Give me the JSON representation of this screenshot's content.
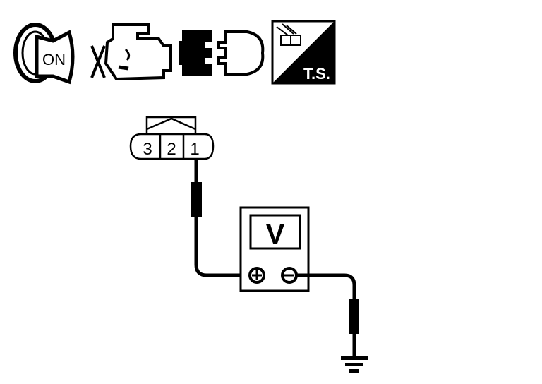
{
  "icons": {
    "ignition": {
      "name": "ignition-key-icon",
      "label": "ON"
    },
    "engine": {
      "name": "engine-stopped-icon"
    },
    "connector": {
      "name": "connector-disconnect-icon"
    },
    "troubleshooting": {
      "name": "troubleshooting-icon",
      "label": "T.S."
    }
  },
  "connector": {
    "pins": [
      "3",
      "2",
      "1"
    ]
  },
  "meter": {
    "label": "V",
    "plus": "+",
    "minus": "−"
  },
  "colors": {
    "ink": "#000000",
    "background": "#ffffff"
  }
}
